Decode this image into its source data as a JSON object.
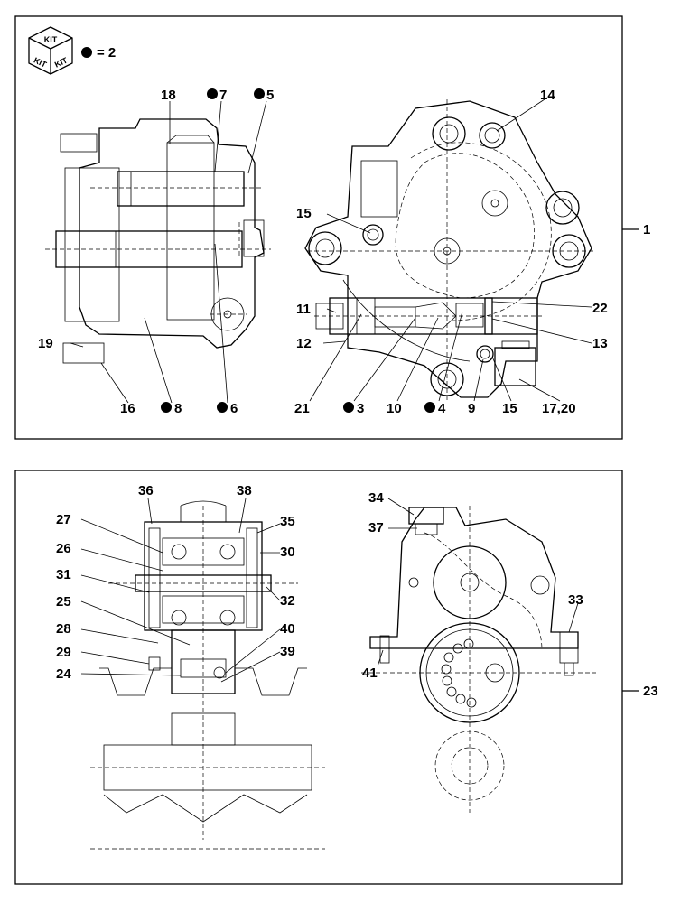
{
  "kit_icon": {
    "text_top": "KIT",
    "text_left": "KIT",
    "text_right": "KIT"
  },
  "legend": {
    "text": "= 2"
  },
  "panel1": {
    "callout": "1",
    "labels": {
      "l18": "18",
      "l7": "7",
      "l5": "5",
      "l14": "14",
      "l15a": "15",
      "l11": "11",
      "l12": "12",
      "l19": "19",
      "l16": "16",
      "l8": "8",
      "l6": "6",
      "l22": "22",
      "l13": "13",
      "l21": "21",
      "l3": "3",
      "l10": "10",
      "l4": "4",
      "l9": "9",
      "l15b": "15",
      "l17_20": "17,20"
    },
    "kit_parts": [
      "7",
      "5",
      "8",
      "6",
      "3",
      "4"
    ]
  },
  "panel2": {
    "callout": "23",
    "labels": {
      "l36": "36",
      "l38": "38",
      "l27": "27",
      "l35": "35",
      "l26": "26",
      "l30": "30",
      "l31": "31",
      "l32": "32",
      "l25": "25",
      "l40": "40",
      "l28": "28",
      "l39": "39",
      "l29": "29",
      "l24": "24",
      "l34": "34",
      "l37": "37",
      "l33": "33",
      "l41": "41"
    }
  }
}
